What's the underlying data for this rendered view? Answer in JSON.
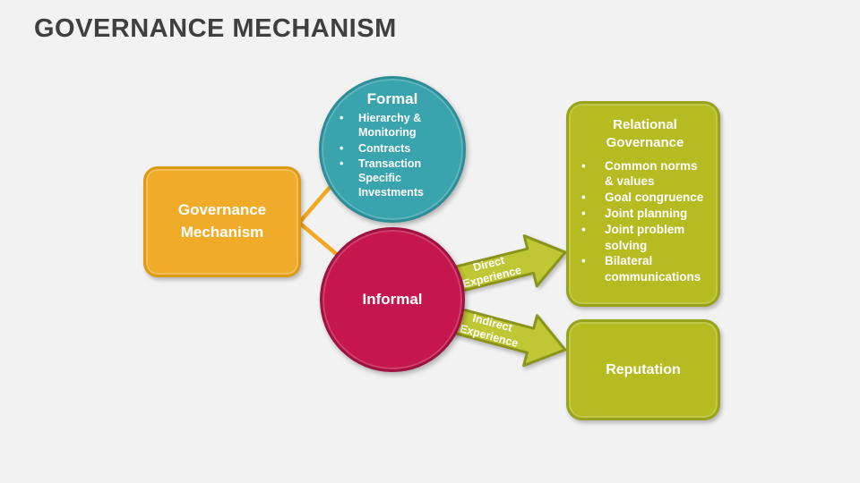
{
  "slide": {
    "title": "GOVERNANCE MECHANISM"
  },
  "colors": {
    "background": "#F2F2F2",
    "title": "#3F3F3F",
    "orange_fill": "#F0AC28",
    "orange_border": "#DD9A16",
    "teal_fill": "#3AA4AE",
    "teal_border": "#2E8C96",
    "crimson_fill": "#C5174E",
    "crimson_border": "#9E1140",
    "green_fill": "#B5BB20",
    "green_border": "#98A21B",
    "arrow_fill": "#BFC834",
    "arrow_border": "#8A941D",
    "connector": "#F2A71F"
  },
  "nodes": {
    "governance_mechanism": {
      "label": "Governance Mechanism"
    },
    "formal": {
      "title": "Formal",
      "bullets": [
        "Hierarchy & Monitoring",
        "Contracts",
        "Transaction Specific Investments"
      ]
    },
    "informal": {
      "label": "Informal"
    },
    "relational_governance": {
      "title": "Relational Governance",
      "bullets": [
        "Common norms & values",
        "Goal congruence",
        "Joint planning",
        "Joint problem solving",
        "Bilateral communications"
      ]
    },
    "reputation": {
      "label": "Reputation"
    }
  },
  "arrows": {
    "direct": {
      "label": "Direct Experience"
    },
    "indirect": {
      "label": "Indirect Experience"
    }
  }
}
